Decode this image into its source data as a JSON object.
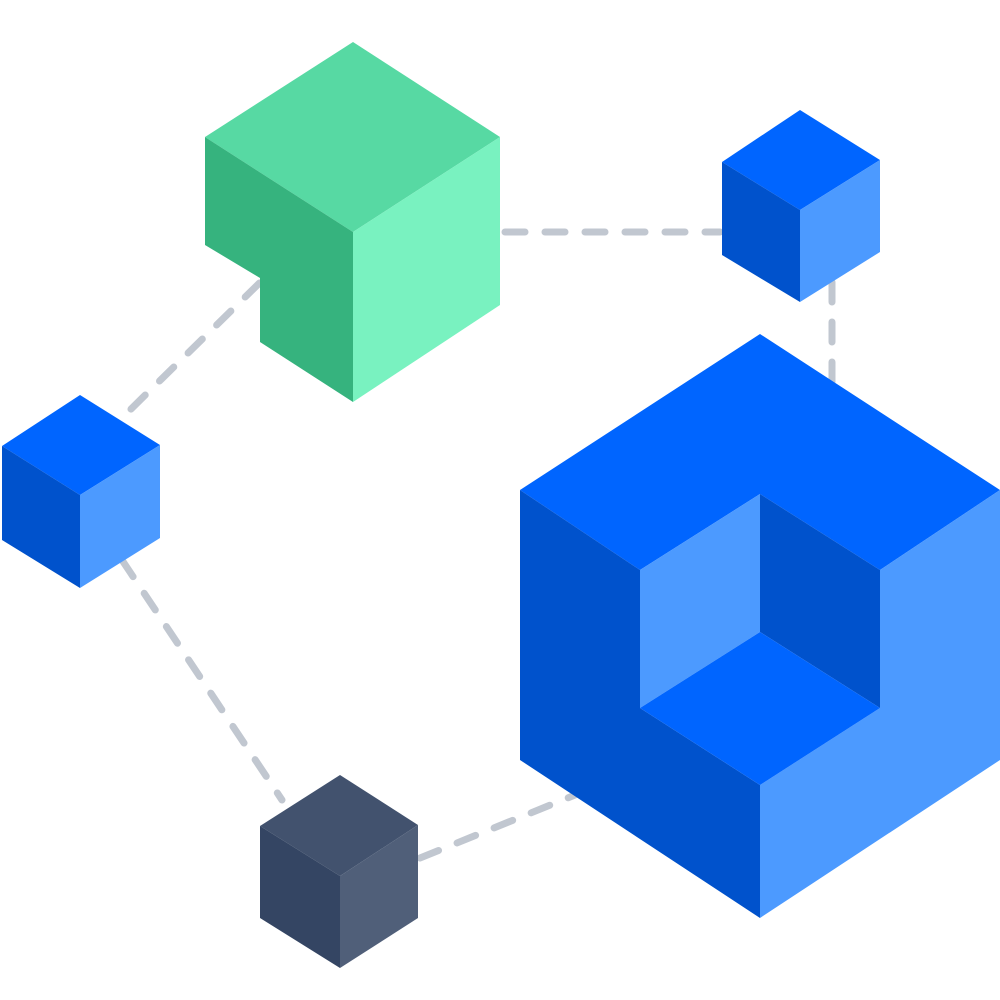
{
  "colors": {
    "background": "#ffffff",
    "connector": "#c1c7d0",
    "green_top": "#57d9a3",
    "green_left": "#36b37e",
    "green_right": "#79f2c0",
    "blue_top": "#0065ff",
    "blue_left": "#0052cc",
    "blue_right": "#4c9aff",
    "blue_inner_dark": "#0747a6",
    "navy_top": "#42526e",
    "navy_left": "#344563",
    "navy_right": "#505f79"
  },
  "shapes": [
    {
      "name": "green-notched-cube",
      "icon": "cube-icon"
    },
    {
      "name": "small-blue-cube-top-right",
      "icon": "cube-icon"
    },
    {
      "name": "small-blue-cube-left",
      "icon": "cube-icon"
    },
    {
      "name": "navy-cube-bottom",
      "icon": "cube-icon"
    },
    {
      "name": "large-blue-hollow-cube",
      "icon": "cube-icon"
    }
  ]
}
